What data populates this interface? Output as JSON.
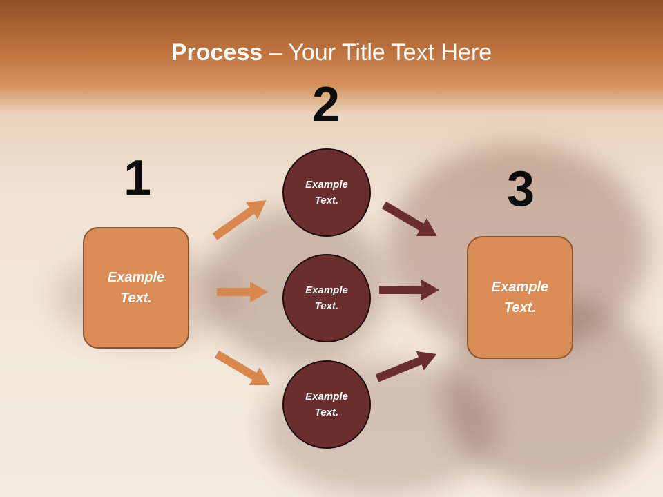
{
  "title": {
    "bold": "Process",
    "dash": " – ",
    "rest": "Your Title Text Here"
  },
  "steps": {
    "one": {
      "number": "1",
      "text": "Example Text."
    },
    "two": {
      "number": "2",
      "circles": [
        {
          "text": "Example Text."
        },
        {
          "text": "Example Text."
        },
        {
          "text": "Example Text."
        }
      ]
    },
    "three": {
      "number": "3",
      "text": "Example Text."
    }
  },
  "colors": {
    "box_fill": "#d98c56",
    "circle_fill": "#6b2e2e",
    "left_arrows": "#d8874e",
    "right_arrows": "#6b2e2e"
  }
}
